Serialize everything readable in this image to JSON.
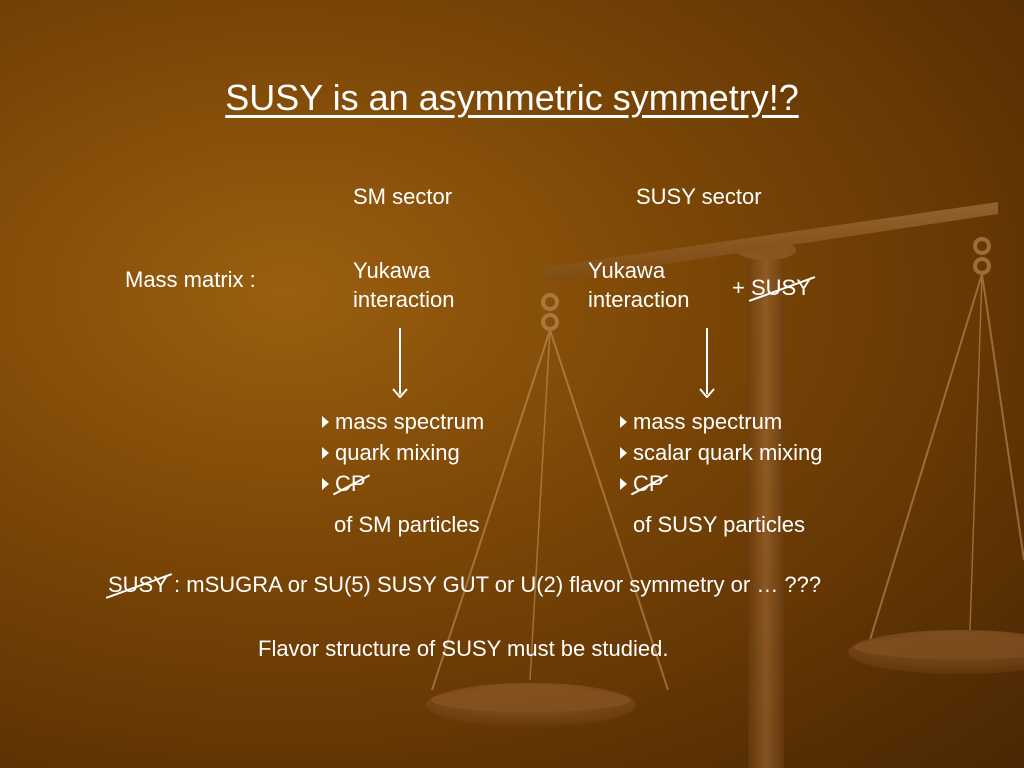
{
  "slide": {
    "title": "SUSY is an asymmetric symmetry!?",
    "sm_header": "SM sector",
    "susy_header": "SUSY sector",
    "mass_matrix_label": "Mass matrix :",
    "sm_yukawa_line1": "Yukawa",
    "sm_yukawa_line2": "interaction",
    "susy_yukawa_line1": "Yukawa",
    "susy_yukawa_line2": "interaction",
    "plus": "+ ",
    "susy_breaking_term": "SUSY",
    "sm_items": [
      "mass spectrum",
      "quark mixing",
      "CP"
    ],
    "susy_items": [
      "mass spectrum",
      "scalar quark mixing",
      "CP"
    ],
    "sm_footer": "of SM particles",
    "susy_footer": "of SUSY particles",
    "models_label": "SUSY",
    "models_text": " : mSUGRA or SU(5) SUSY GUT or U(2) flavor symmetry or … ???",
    "conclusion": "Flavor structure of SUSY must be studied."
  }
}
